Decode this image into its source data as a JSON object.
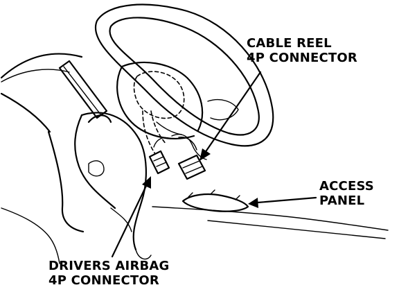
{
  "callouts": {
    "cable_reel": {
      "line1": "CABLE REEL",
      "line2": "4P CONNECTOR"
    },
    "access_panel": {
      "line1": "ACCESS",
      "line2": "PANEL"
    },
    "drivers_airbag": {
      "line1": "DRIVERS AIRBAG",
      "line2": "4P CONNECTOR"
    }
  }
}
